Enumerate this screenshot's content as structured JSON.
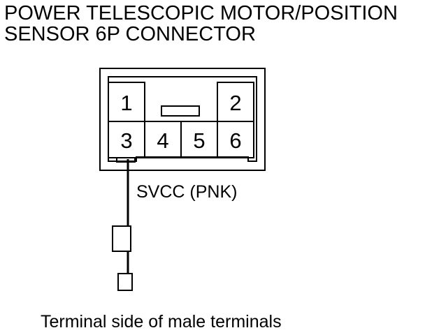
{
  "title": {
    "line1": "POWER TELESCOPIC MOTOR/POSITION",
    "line2": "SENSOR 6P CONNECTOR"
  },
  "connector": {
    "pins": [
      "1",
      "2",
      "3",
      "4",
      "5",
      "6"
    ]
  },
  "wire": {
    "label": "SVCC (PNK)"
  },
  "caption": "Terminal side of male terminals"
}
